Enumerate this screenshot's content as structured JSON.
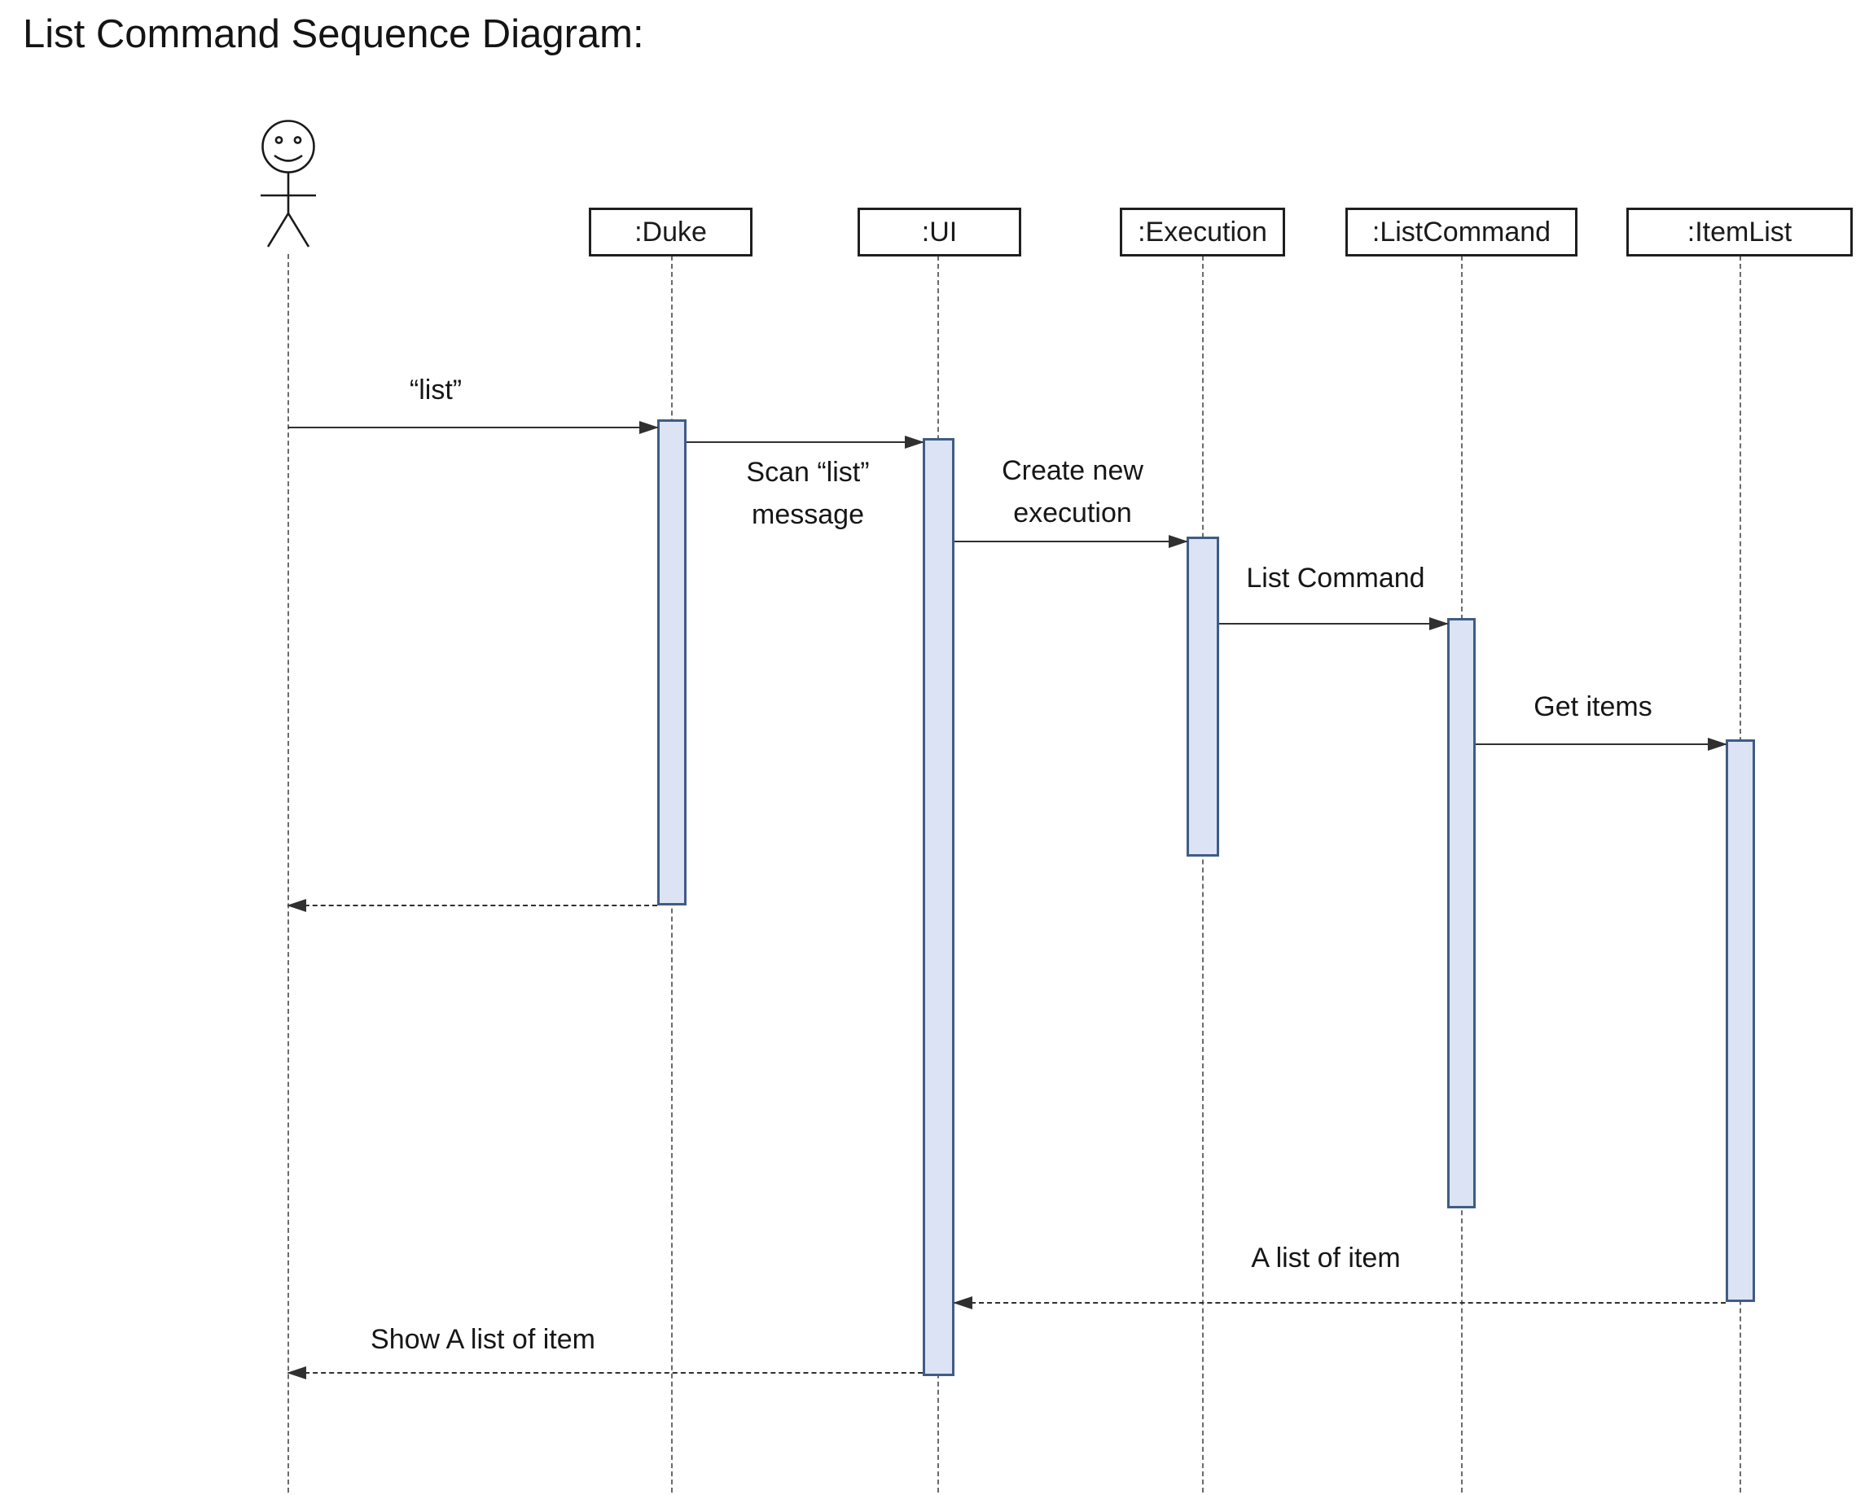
{
  "title": "List Command Sequence Diagram:",
  "diagram": {
    "lifelines": [
      {
        "label": ":Duke"
      },
      {
        "label": ":UI"
      },
      {
        "label": ":Execution"
      },
      {
        "label": ":ListCommand"
      },
      {
        "label": ":ItemList"
      }
    ],
    "messages": [
      {
        "label": "“list”",
        "type": "sync",
        "from": "Actor",
        "to": ":Duke"
      },
      {
        "label": "Scan “list” message",
        "type": "sync",
        "from": ":Duke",
        "to": ":UI"
      },
      {
        "label": "Create new execution",
        "type": "sync",
        "from": ":UI",
        "to": ":Execution"
      },
      {
        "label": "List Command",
        "type": "sync",
        "from": ":Execution",
        "to": ":ListCommand"
      },
      {
        "label": "Get items",
        "type": "sync",
        "from": ":ListCommand",
        "to": ":ItemList"
      },
      {
        "label": "",
        "type": "return",
        "from": ":Duke",
        "to": "Actor"
      },
      {
        "label": "A list of item",
        "type": "return",
        "from": ":ItemList",
        "to": ":UI"
      },
      {
        "label": "Show A list of item",
        "type": "return",
        "from": ":UI",
        "to": "Actor"
      }
    ],
    "colors": {
      "activation_fill": "#dbe3f4",
      "activation_border": "#3f5c86",
      "box_border": "#1f1f1f",
      "line": "#303030",
      "lifeline": "#6b6b6b"
    }
  }
}
